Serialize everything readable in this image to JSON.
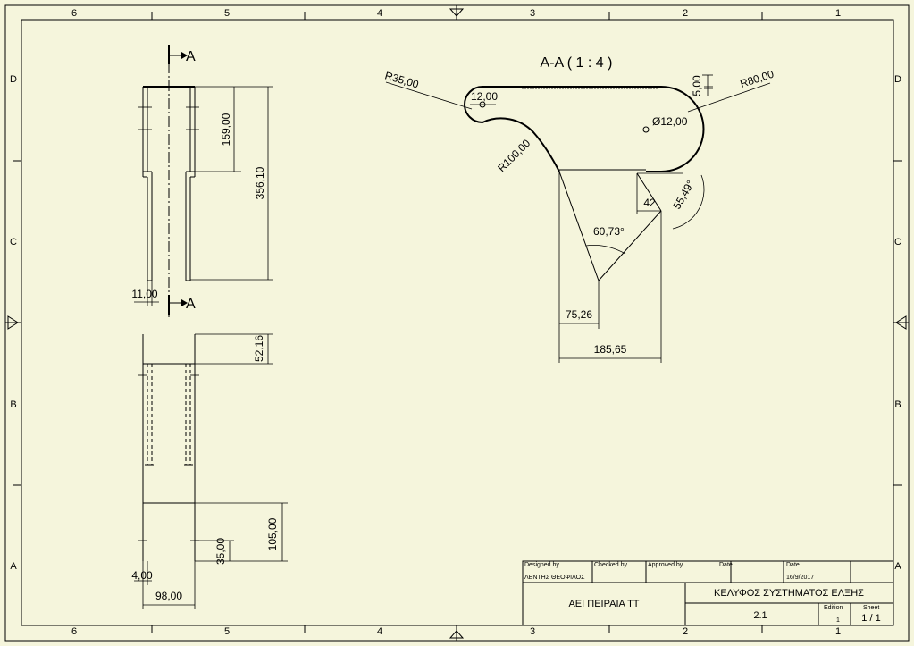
{
  "zones": {
    "columns": [
      "6",
      "5",
      "4",
      "3",
      "2",
      "1"
    ],
    "rows": [
      "D",
      "C",
      "B",
      "A"
    ]
  },
  "section_marker": "A",
  "section_view_title": "A-A ( 1 : 4 )",
  "dimensions": {
    "side_view": {
      "width_thin": "11,00",
      "upper_height": "159,00",
      "total_height": "356,10"
    },
    "bottom_view": {
      "top_height": "52,16",
      "lower_height": "105,00",
      "slot_height": "35,00",
      "thickness": "4,00",
      "width": "98,00"
    },
    "section": {
      "r35": "R35,00",
      "hole_small": "12,00",
      "thickness": "5,00",
      "r80": "R80,00",
      "hole_dia": "Ø12,00",
      "r100": "R100,00",
      "offset": "42",
      "angle_a": "55,49°",
      "angle_b": "60,73°",
      "d1": "75,26",
      "d2": "185,65"
    }
  },
  "title_block": {
    "designed_by_label": "Designed by",
    "checked_by_label": "Checked by",
    "approved_by_label": "Approved by",
    "date_label_1": "Date",
    "date_label_2": "Date",
    "designer": "ΛΕΝΤΗΣ ΘΕΟΦΙΛΟΣ",
    "date": "16/9/2017",
    "organization": "ΑΕΙ ΠΕΙΡΑΙΑ ΤΤ",
    "title": "ΚΕΛΥΦΟΣ ΣΥΣΤΗΜΑΤΟΣ ΕΛΞΗΣ",
    "number": "2.1",
    "edition_label": "Edition",
    "edition": "1",
    "sheet_label": "Sheet",
    "sheet": "1 / 1"
  }
}
